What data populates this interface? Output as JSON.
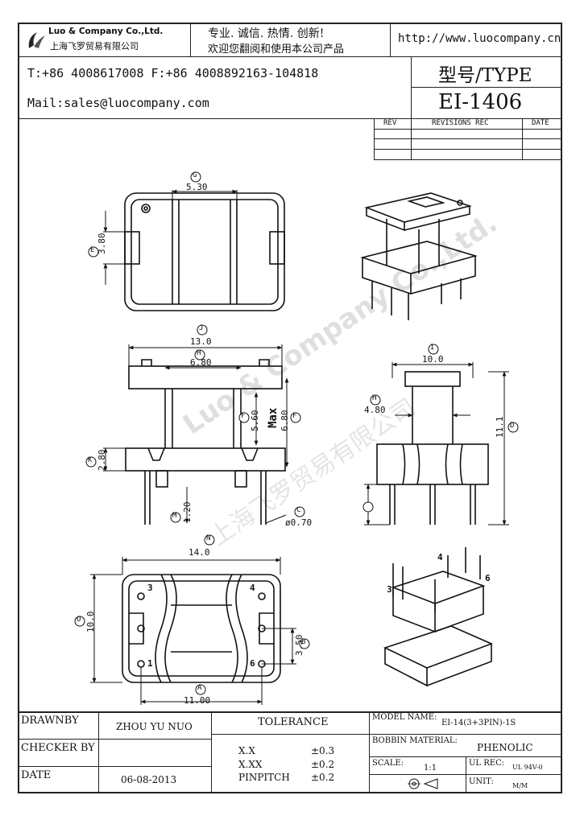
{
  "header": {
    "company_en": "Luo & Company Co.,Ltd.",
    "company_cn": "上海飞罗贸易有限公司",
    "slogan_line1": "专业. 诚信. 热情. 创新!",
    "slogan_line2": "欢迎您翻阅和使用本公司产品",
    "website": "http://www.luocompany.cn",
    "phone_fax": "T:+86 4008617008 F:+86 4008892163-104818",
    "mail": "Mail:sales@luocompany.com",
    "type_label": "型号/TYPE",
    "type_value": "EI-1406"
  },
  "revisions": {
    "col_rev": "REV",
    "col_rec": "REVISIONS REC",
    "col_date": "DATE"
  },
  "dimensions": {
    "g_val": "5.30",
    "g_mark": "G",
    "e_val": "3.80",
    "e_mark": "E",
    "j_val": "13.0",
    "j_mark": "J",
    "h_val": "6.80",
    "h_mark": "H",
    "f_val": "5.60",
    "f_mark": "F",
    "max_label": "Max",
    "f2_val": "6.80",
    "f2_mark": "F",
    "k_val": "2.80",
    "k_mark": "K",
    "m_val": "1.20",
    "m_mark": "M",
    "c_val": "ø0.70",
    "c_mark": "C",
    "i_val": "10.0",
    "i_mark": "I",
    "h2_val": "4.80",
    "h2_mark": "H",
    "d_val": "11.1",
    "d_mark": "D",
    "n_val": "14.0",
    "n_mark": "N",
    "o_val": "10.0",
    "o_mark": "O",
    "b_val": "3.50",
    "b_mark": "B",
    "a_val": "11.00",
    "a_mark": "A",
    "pin1": "1",
    "pin3": "3",
    "pin4": "4",
    "pin6": "6",
    "pin3_iso": "3",
    "pin4_iso": "4",
    "pin6_iso": "6"
  },
  "watermark": {
    "line1": "Luo & Company Co.,Ltd.",
    "line2": "上海飞罗贸易有限公司"
  },
  "title_block": {
    "drawnby_label": "DRAWNBY",
    "drawnby_value": "ZHOU YU NUO",
    "checker_label": "CHECKER BY",
    "checker_value": "",
    "date_label": "DATE",
    "date_value": "06-08-2013",
    "tolerance_label": "TOLERANCE",
    "tol_xx_label": "X.X",
    "tol_xx_value": "±0.3",
    "tol_xxx_label": "X.XX",
    "tol_xxx_value": "±0.2",
    "tol_pin_label": "PINPITCH",
    "tol_pin_value": "±0.2",
    "model_label": "MODEL NAME:",
    "model_value": "EI-14(3+3PIN)-1S",
    "bobbin_label": "BOBBIN MATERIAL:",
    "bobbin_value": "PHENOLIC",
    "scale_label": "SCALE:",
    "scale_value": "1:1",
    "ul_label": "UL REC:",
    "ul_value": "UL 94V-0",
    "unit_label": "UNIT:",
    "unit_value": "M/M"
  }
}
